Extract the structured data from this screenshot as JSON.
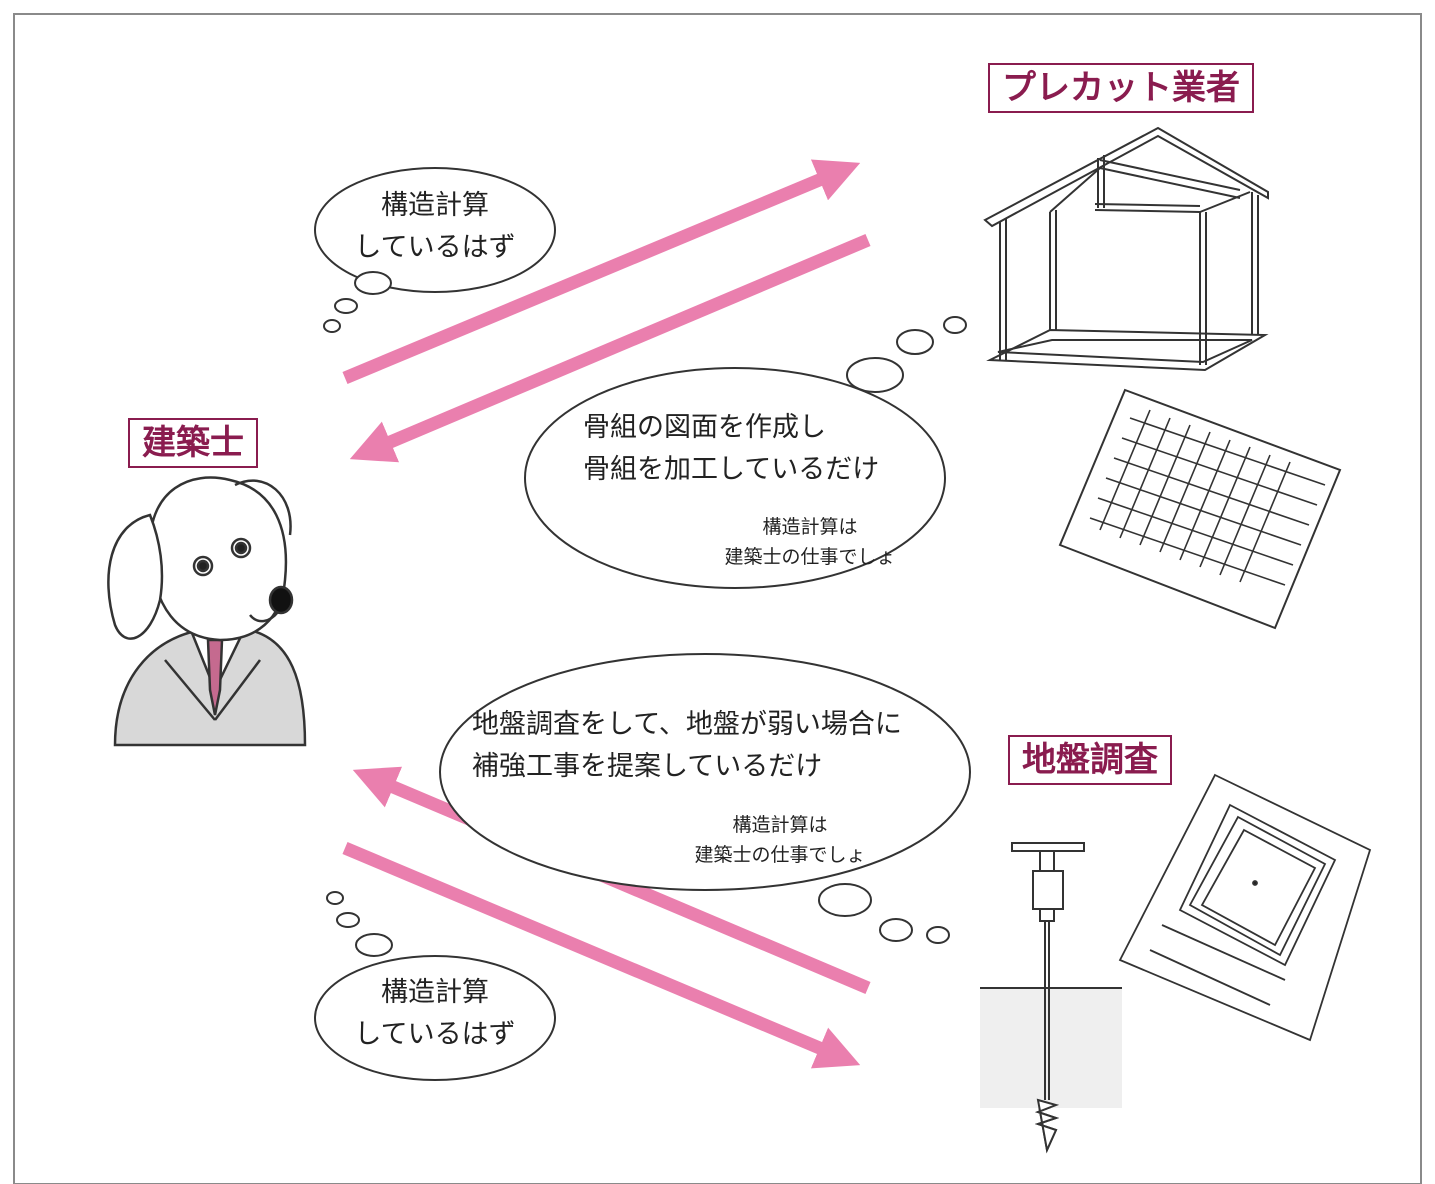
{
  "colors": {
    "frame": "#8a8a8a",
    "arrow": "#ea7fae",
    "label_border": "#8a1c4f",
    "label_text": "#8a1c4f",
    "suit": "#d8d8d8",
    "tie": "#c56a8f"
  },
  "labels": {
    "architect": "建築士",
    "precut": "プレカット業者",
    "survey": "地盤調査"
  },
  "bubbles": {
    "architect_top": {
      "line1": "構造計算",
      "line2": "しているはず"
    },
    "precut": {
      "line1": "骨組の図面を作成し",
      "line2": "骨組を加工しているだけ",
      "note1": "構造計算は",
      "note2": "建築士の仕事でしょ"
    },
    "survey": {
      "line1": "地盤調査をして、地盤が弱い場合に",
      "line2": "補強工事を提案しているだけ",
      "note1": "構造計算は",
      "note2": "建築士の仕事でしょ"
    },
    "architect_bottom": {
      "line1": "構造計算",
      "line2": "しているはず"
    }
  },
  "icons": {
    "architect": "dog-in-suit-illustration",
    "precut": "timber-frame-house-icon",
    "precut_drawing": "framing-plan-drawing-icon",
    "survey_tool": "soil-probe-icon",
    "survey_drawing": "site-plan-drawing-icon"
  }
}
